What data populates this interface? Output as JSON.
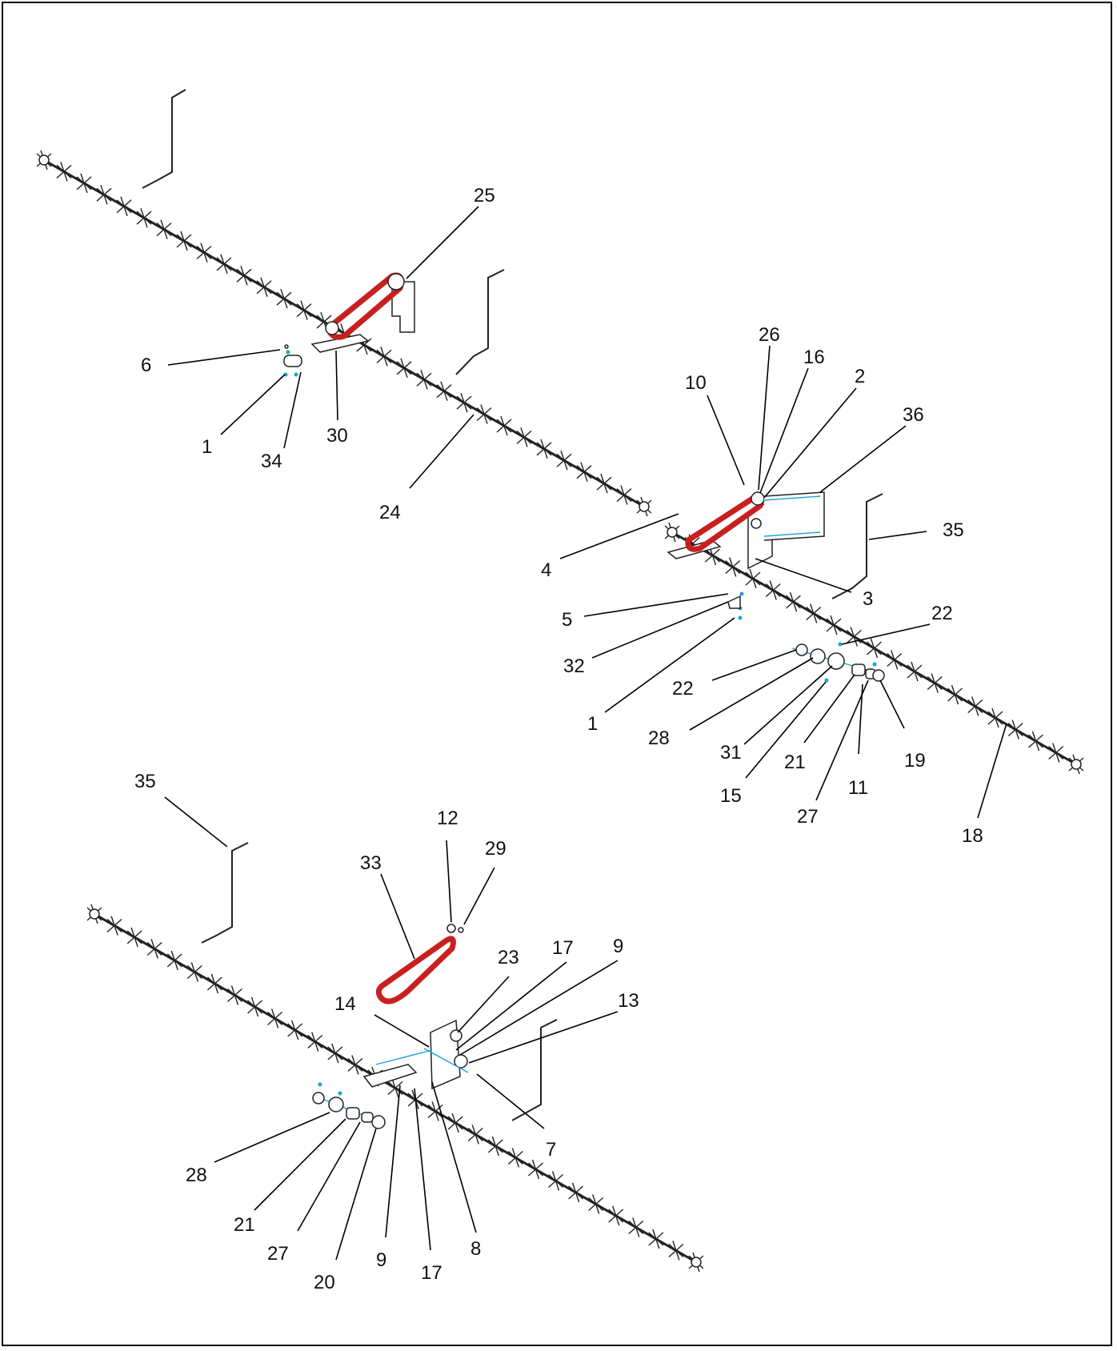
{
  "diagram": {
    "type": "exploded parts assembly",
    "colors": {
      "chain": "#c8201e",
      "hardware_highlight": "#1aa3d8",
      "linework": "#222222"
    },
    "callouts": [
      {
        "id": "c25a",
        "label": "25"
      },
      {
        "id": "c6",
        "label": "6"
      },
      {
        "id": "c1a",
        "label": "1"
      },
      {
        "id": "c34",
        "label": "34"
      },
      {
        "id": "c30",
        "label": "30"
      },
      {
        "id": "c24",
        "label": "24"
      },
      {
        "id": "c26",
        "label": "26"
      },
      {
        "id": "c16",
        "label": "16"
      },
      {
        "id": "c2",
        "label": "2"
      },
      {
        "id": "c10",
        "label": "10"
      },
      {
        "id": "c36",
        "label": "36"
      },
      {
        "id": "c35a",
        "label": "35"
      },
      {
        "id": "c4",
        "label": "4"
      },
      {
        "id": "c3",
        "label": "3"
      },
      {
        "id": "c5",
        "label": "5"
      },
      {
        "id": "c22a",
        "label": "22"
      },
      {
        "id": "c32",
        "label": "32"
      },
      {
        "id": "c1b",
        "label": "1"
      },
      {
        "id": "c22b",
        "label": "22"
      },
      {
        "id": "c28a",
        "label": "28"
      },
      {
        "id": "c31",
        "label": "31"
      },
      {
        "id": "c15",
        "label": "15"
      },
      {
        "id": "c21a",
        "label": "21"
      },
      {
        "id": "c27a",
        "label": "27"
      },
      {
        "id": "c11",
        "label": "11"
      },
      {
        "id": "c19",
        "label": "19"
      },
      {
        "id": "c18",
        "label": "18"
      },
      {
        "id": "c35b",
        "label": "35"
      },
      {
        "id": "c12",
        "label": "12"
      },
      {
        "id": "c29",
        "label": "29"
      },
      {
        "id": "c33",
        "label": "33"
      },
      {
        "id": "c23",
        "label": "23"
      },
      {
        "id": "c17a",
        "label": "17"
      },
      {
        "id": "c9a",
        "label": "9"
      },
      {
        "id": "c14",
        "label": "14"
      },
      {
        "id": "c13",
        "label": "13"
      },
      {
        "id": "c7",
        "label": "7"
      },
      {
        "id": "c28b",
        "label": "28"
      },
      {
        "id": "c21b",
        "label": "21"
      },
      {
        "id": "c27b",
        "label": "27"
      },
      {
        "id": "c20",
        "label": "20"
      },
      {
        "id": "c9b",
        "label": "9"
      },
      {
        "id": "c17b",
        "label": "17"
      },
      {
        "id": "c8",
        "label": "8"
      }
    ]
  }
}
